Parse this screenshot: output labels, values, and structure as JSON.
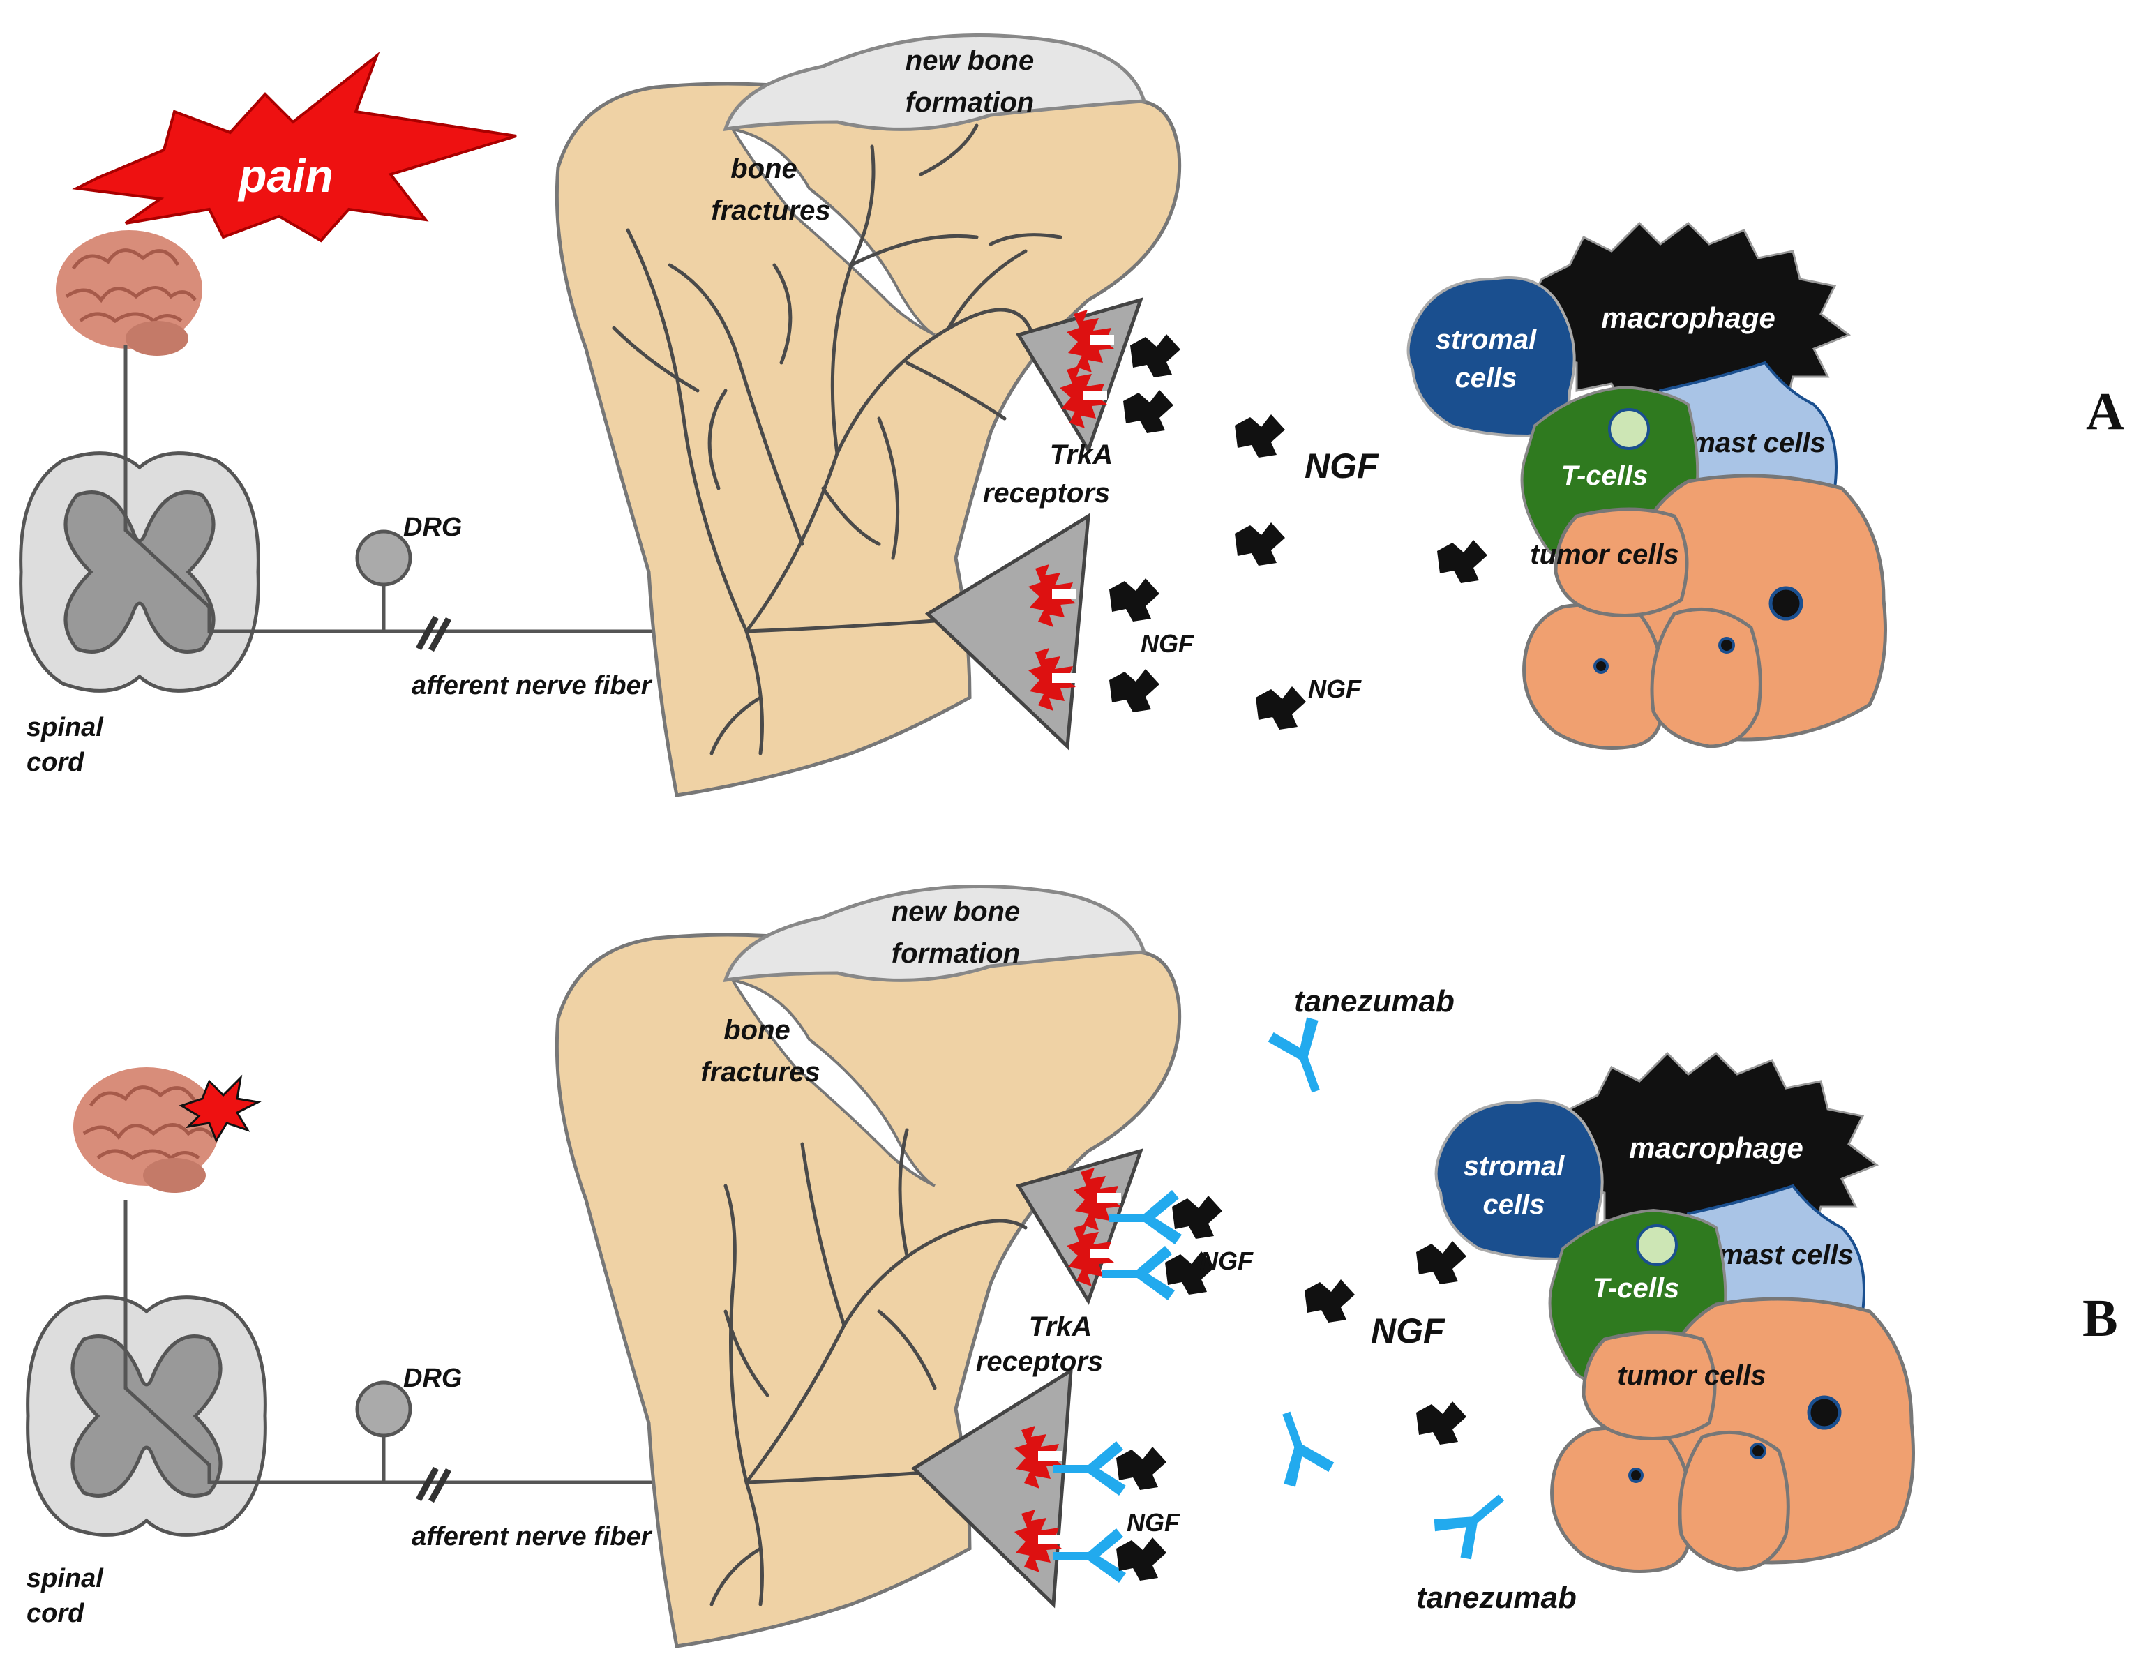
{
  "panels": [
    {
      "id": "A",
      "letter": "A",
      "labels": {
        "pain": "pain",
        "spinal_cord": [
          "spinal",
          "cord"
        ],
        "drg": "DRG",
        "afferent": "afferent  nerve fiber",
        "new_bone": [
          "new bone",
          "formation"
        ],
        "bone_fractures": [
          "bone",
          "fractures"
        ],
        "trka": [
          "TrkA",
          "receptors"
        ],
        "ngf_small_1": "NGF",
        "ngf_small_2": "NGF",
        "ngf_large": "NGF",
        "stromal": [
          "stromal",
          "cells"
        ],
        "macrophage": "macrophage",
        "mast": "mast cells",
        "tcells": "T-cells",
        "tumor": "tumor cells"
      }
    },
    {
      "id": "B",
      "letter": "B",
      "labels": {
        "spinal_cord": [
          "spinal",
          "cord"
        ],
        "drg": "DRG",
        "afferent": "afferent  nerve fiber",
        "new_bone": [
          "new bone",
          "formation"
        ],
        "bone_fractures": [
          "bone",
          "fractures"
        ],
        "trka": [
          "TrkA",
          "receptors"
        ],
        "ngf_small_1": "NGF",
        "ngf_small_2": "NGF",
        "ngf_large": "NGF",
        "tanezumab_1": "tanezumab",
        "tanezumab_2": "tanezumab",
        "stromal": [
          "stromal",
          "cells"
        ],
        "macrophage": "macrophage",
        "mast": "mast cells",
        "tcells": "T-cells",
        "tumor": "tumor cells"
      }
    }
  ],
  "colors": {
    "pain_burst": "#ee1111",
    "bone": "#efd2a5",
    "receptor_red": "#dd1111",
    "ngf_black": "#111111",
    "tanezumab_blue": "#22aaee",
    "stromal_blue": "#1a4f8f",
    "tcell_green": "#2f7a1f",
    "mast_blue": "#a9c4e6",
    "tumor_orange": "#f0a070",
    "spinal_grey": "#cccccc"
  },
  "icons": [
    "brain-icon",
    "pain-burst-icon",
    "ngf-molecule-icon",
    "tanezumab-antibody-icon",
    "trka-receptor-icon"
  ]
}
